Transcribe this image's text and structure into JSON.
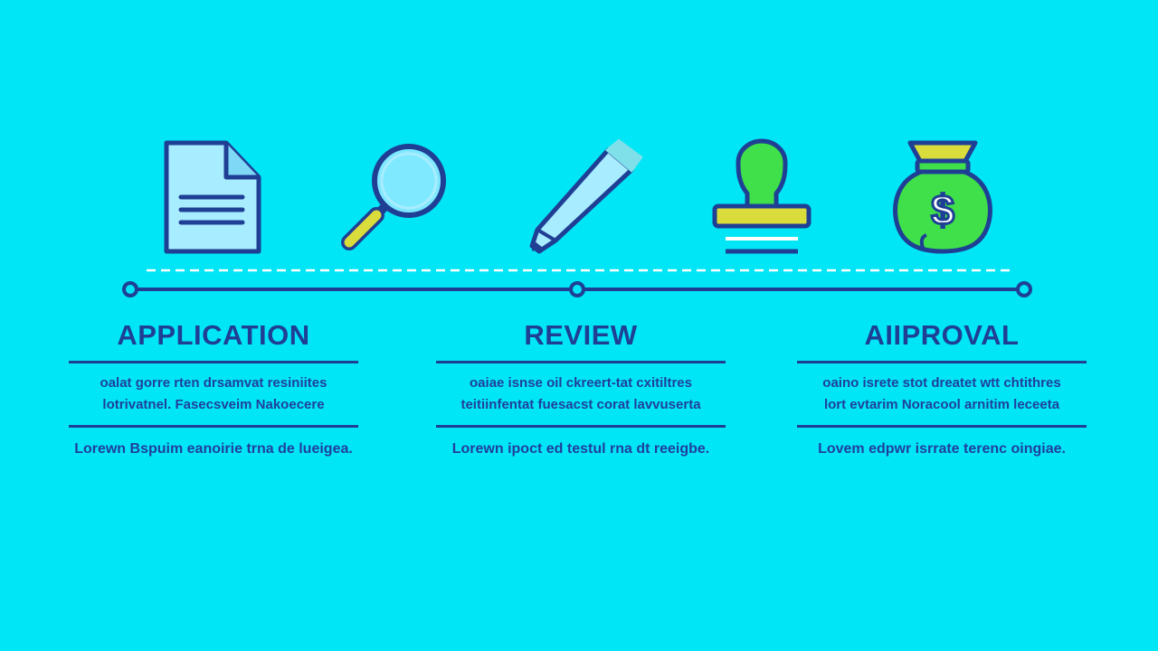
{
  "colors": {
    "background": "#00e6f7",
    "outline": "#1f3f95",
    "icon_fill": "#a8ecff",
    "accent_yellow": "#d9dc3b",
    "accent_green": "#3fe04a"
  },
  "icons": [
    "document-icon",
    "magnifier-icon",
    "pencil-icon",
    "stamp-icon",
    "money-bag-icon"
  ],
  "columns": [
    {
      "title": "APPLICATION",
      "desc_line1": "oalat gorre rten drsamvat resiniites",
      "desc_line2": "lotrivatnel. Fasecsveim Nakoecere",
      "caption": "Lorewn Bspuim eanoirie trna de lueigea."
    },
    {
      "title": "REVIEW",
      "desc_line1": "oaiae isnse oil ckreert-tat cxitiltres",
      "desc_line2": "teitiinfentat fuesacst corat lavvuserta",
      "caption": "Lorewn ipoct ed testul rna dt reeigbe."
    },
    {
      "title": "AIIPROVAL",
      "desc_line1": "oaino isrete stot dreatet wtt chtithres",
      "desc_line2": "lort evtarim Noracool arnitim leceeta",
      "caption": "Lovem edpwr isrrate terenc oingiae."
    }
  ]
}
